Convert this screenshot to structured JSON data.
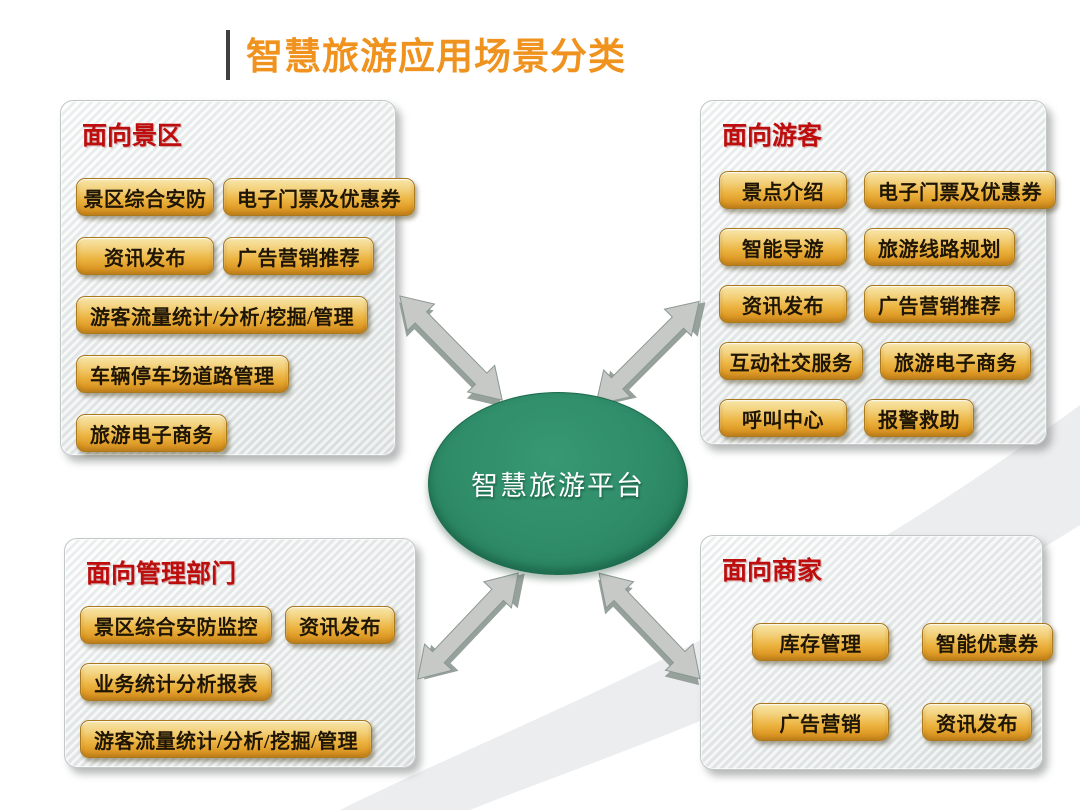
{
  "title": "智慧旅游应用场景分类",
  "center": {
    "label": "智慧旅游平台",
    "fill": "#2f8c68",
    "text_color": "#ffffff"
  },
  "colors": {
    "title_orange": "#f0921e",
    "title_accent_bar": "#3f3f3f",
    "panel_header_red": "#bd0d0d",
    "button_gold_light": "#f8e6ab",
    "button_gold_dark": "#d69023",
    "button_text": "#1f1505",
    "panel_silver": "#e9eded",
    "arrow_gray": "#c7c9c7",
    "arrow_shadow": "#97a19c",
    "swoosh_gray": "#e9eaec"
  },
  "panels": [
    {
      "title": "面向景区",
      "rows": [
        [
          "景区综合安防",
          "电子门票及优惠券"
        ],
        [
          "资讯发布",
          "广告营销推荐"
        ],
        [
          "游客流量统计/分析/挖掘/管理"
        ],
        [
          "车辆停车场道路管理"
        ],
        [
          "旅游电子商务"
        ]
      ]
    },
    {
      "title": "面向游客",
      "rows": [
        [
          "景点介绍",
          "电子门票及优惠券"
        ],
        [
          "智能导游",
          "旅游线路规划"
        ],
        [
          "资讯发布",
          "广告营销推荐"
        ],
        [
          "互动社交服务",
          "旅游电子商务"
        ],
        [
          "呼叫中心",
          "报警救助"
        ]
      ]
    },
    {
      "title": "面向管理部门",
      "rows": [
        [
          "景区综合安防监控",
          "资讯发布"
        ],
        [
          "业务统计分析报表"
        ],
        [
          "游客流量统计/分析/挖掘/管理"
        ]
      ]
    },
    {
      "title": "面向商家",
      "rows": [
        [
          "库存管理",
          "智能优惠券"
        ],
        [
          "广告营销",
          "资讯发布"
        ]
      ]
    }
  ]
}
